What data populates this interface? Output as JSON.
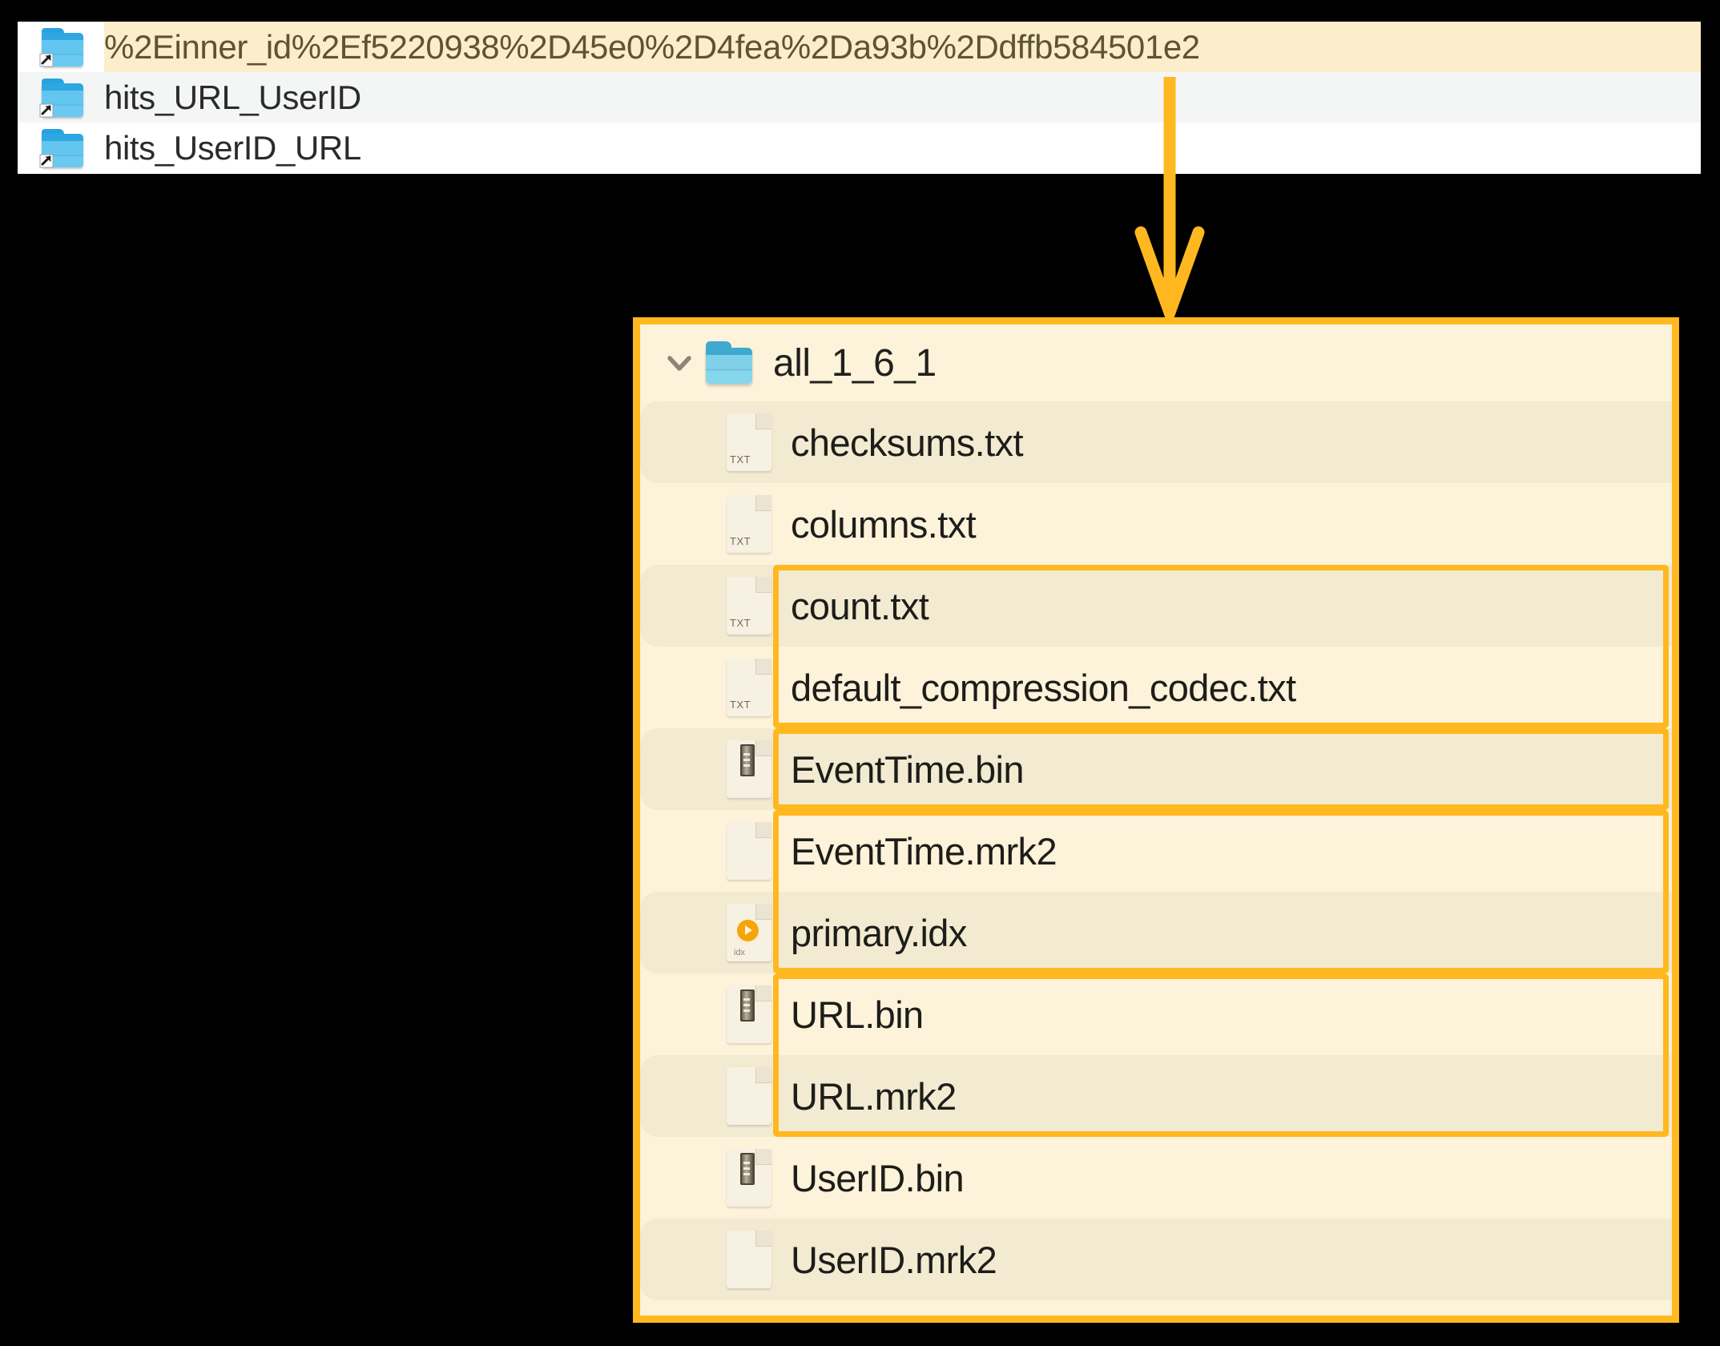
{
  "folder_list": {
    "items": [
      {
        "label": "%2Einner_id%2Ef5220938%2D45e0%2D4fea%2Da93b%2Ddffb584501e2",
        "icon": "folder-symlink-icon",
        "highlighted": true
      },
      {
        "label": "hits_URL_UserID",
        "icon": "folder-symlink-icon",
        "highlighted": false
      },
      {
        "label": "hits_UserID_URL",
        "icon": "folder-symlink-icon",
        "highlighted": false
      }
    ]
  },
  "connector": {
    "name": "arrow-down-connector",
    "color": "#ffb81f"
  },
  "detail_panel": {
    "border_color": "#ffb81f",
    "background": "#fdf2da",
    "header": {
      "chevron_icon": "chevron-down-icon",
      "folder_icon": "folder-open-icon",
      "title": "all_1_6_1"
    },
    "files": [
      {
        "name": "checksums.txt",
        "icon": "txt-file-icon",
        "icon_label": "TXT",
        "highlighted": false
      },
      {
        "name": "columns.txt",
        "icon": "txt-file-icon",
        "icon_label": "TXT",
        "highlighted": false
      },
      {
        "name": "count.txt",
        "icon": "txt-file-icon",
        "icon_label": "TXT",
        "highlighted": false
      },
      {
        "name": "default_compression_codec.txt",
        "icon": "txt-file-icon",
        "icon_label": "TXT",
        "highlighted": false
      },
      {
        "name": "EventTime.bin",
        "icon": "bin-file-icon",
        "icon_label": "",
        "highlighted": true
      },
      {
        "name": "EventTime.mrk2",
        "icon": "mrk-file-icon",
        "icon_label": "",
        "highlighted": true
      },
      {
        "name": "primary.idx",
        "icon": "idx-file-icon",
        "icon_label": "idx",
        "highlighted": true
      },
      {
        "name": "URL.bin",
        "icon": "bin-file-icon",
        "icon_label": "",
        "highlighted": true
      },
      {
        "name": "URL.mrk2",
        "icon": "mrk-file-icon",
        "icon_label": "",
        "highlighted": true
      },
      {
        "name": "UserID.bin",
        "icon": "bin-file-icon",
        "icon_label": "",
        "highlighted": true
      },
      {
        "name": "UserID.mrk2",
        "icon": "mrk-file-icon",
        "icon_label": "",
        "highlighted": true
      }
    ],
    "highlight_groups": [
      {
        "name": "eventtime-group",
        "start_index": 4,
        "end_index": 5
      },
      {
        "name": "primary-idx-group",
        "start_index": 6,
        "end_index": 6
      },
      {
        "name": "url-group",
        "start_index": 7,
        "end_index": 8
      },
      {
        "name": "userid-group",
        "start_index": 9,
        "end_index": 10
      }
    ]
  }
}
